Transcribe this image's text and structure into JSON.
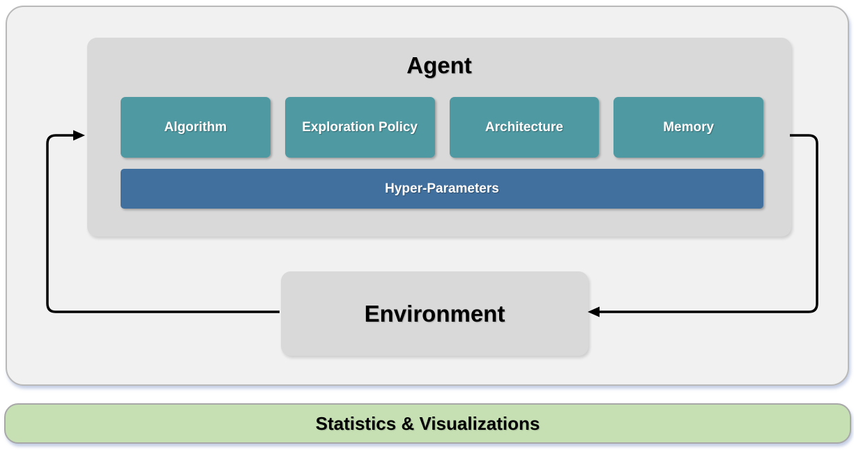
{
  "agent": {
    "title": "Agent",
    "modules": [
      {
        "label": "Algorithm"
      },
      {
        "label": "Exploration Policy"
      },
      {
        "label": "Architecture"
      },
      {
        "label": "Memory"
      }
    ],
    "hyper_parameters": {
      "label": "Hyper-Parameters"
    }
  },
  "environment": {
    "label": "Environment"
  },
  "footer": {
    "label": "Statistics & Visualizations"
  },
  "colors": {
    "module_fill": "#4E99A2",
    "hyper_parameters_fill": "#41709E",
    "panel_fill": "#D9D9D9",
    "canvas_fill": "#F1F1F2",
    "footer_fill": "#C6E0B4",
    "arrow": "#000000"
  }
}
